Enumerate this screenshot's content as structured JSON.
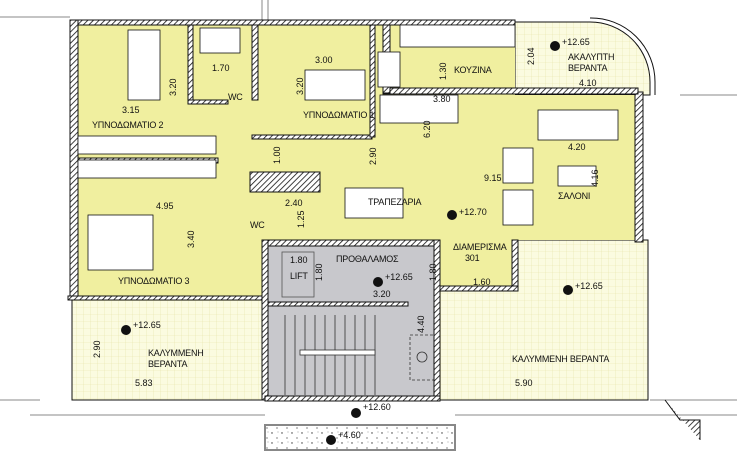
{
  "colors": {
    "room_fill": "#f0ef9f",
    "veranda_fill": "#fbfbe0",
    "common_fill": "#c8c8cc",
    "wall": "#111111"
  },
  "rooms": [
    {
      "id": "bedroom2",
      "label": "ΥΠΝΟΔΩΜΑΤΙΟ 2"
    },
    {
      "id": "bedroom1",
      "label": "ΥΠΝΟΔΩΜΑΤΙΟ 1"
    },
    {
      "id": "bedroom3",
      "label": "ΥΠΝΟΔΩΜΑΤΙΟ 3"
    },
    {
      "id": "wc1",
      "label": "WC"
    },
    {
      "id": "wc2",
      "label": "WC"
    },
    {
      "id": "kitchen",
      "label": "ΚΟΥΖΙΝΑ"
    },
    {
      "id": "dining",
      "label": "ΤΡΑΠΕΖΑΡΙΑ"
    },
    {
      "id": "living",
      "label": "ΣΑΛΟΝΙ"
    },
    {
      "id": "lift",
      "label": "LIFT"
    },
    {
      "id": "lobby",
      "label": "ΠΡΟΘΑΛΑΜΟΣ"
    },
    {
      "id": "apartment_l1",
      "label": "ΔΙΑΜΕΡΙΣΜΑ"
    },
    {
      "id": "apartment_l2",
      "label": "301"
    },
    {
      "id": "open_veranda_l1",
      "label": "ΑΚΑΛΥΠΤΗ"
    },
    {
      "id": "open_veranda_l2",
      "label": "ΒΕΡΑΝΤΑ"
    },
    {
      "id": "covered_veranda_left_l1",
      "label": "ΚΑΛΥΜΜΕΝΗ"
    },
    {
      "id": "covered_veranda_left_l2",
      "label": "ΒΕΡΑΝΤΑ"
    },
    {
      "id": "covered_veranda_right",
      "label": "ΚΑΛΥΜΜΕΝΗ ΒΕΡΑΝΤΑ"
    }
  ],
  "dimensions": [
    "3.15",
    "3.20",
    "1.70",
    "3.00",
    "3.20",
    "1.00",
    "2.90",
    "1.30",
    "3.80",
    "6.20",
    "2.04",
    "4.10",
    "4.20",
    "9.15",
    "4.16",
    "4.95",
    "2.40",
    "1.25",
    "3.40",
    "1.80",
    "1.80",
    "3.20",
    "1.80",
    "1.60",
    "4.40",
    "2.90",
    "5.83",
    "5.90"
  ],
  "levels": [
    "+12.65",
    "+12.70",
    "+12.65",
    "+12.65",
    "+12.65",
    "+12.60",
    "+4.60"
  ]
}
